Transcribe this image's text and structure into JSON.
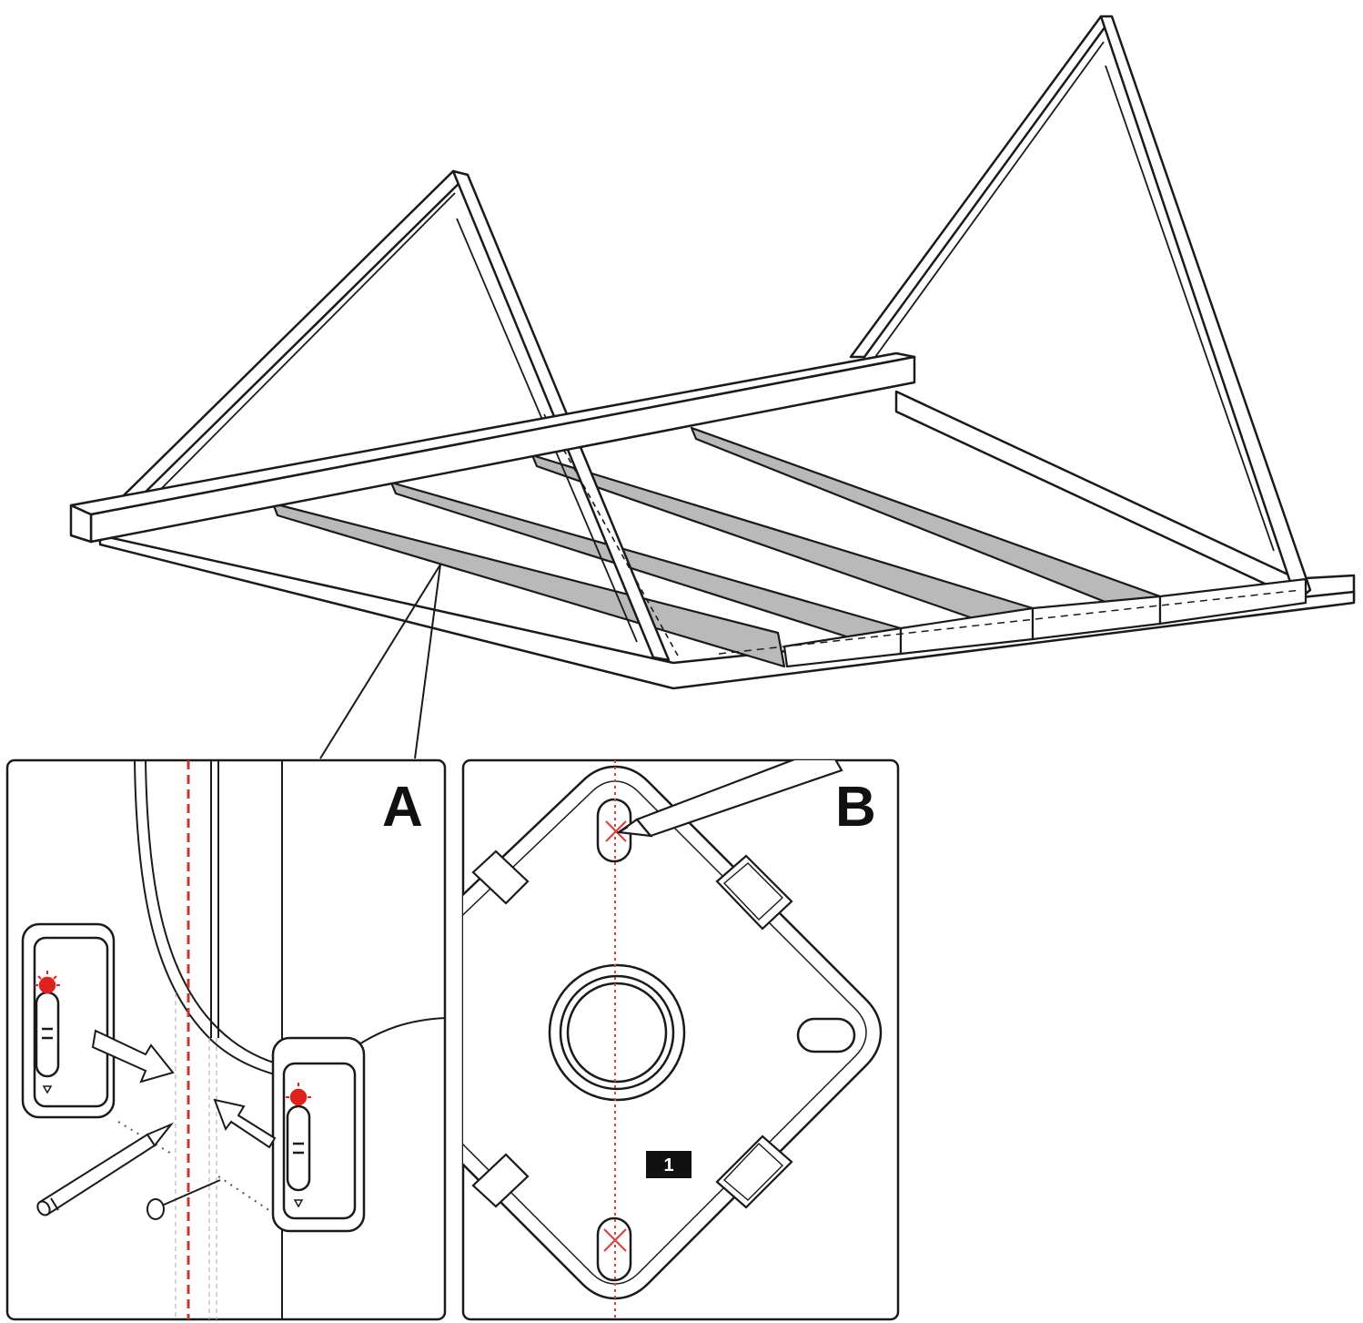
{
  "panels": {
    "a": {
      "label": "A"
    },
    "b": {
      "label": "B"
    }
  },
  "plate": {
    "badge": "1"
  },
  "colors": {
    "line": "#1a1a1a",
    "joist_fill": "#b9b9b9",
    "stud_line": "#c0392b",
    "laser": "#e1211b",
    "pencil_mark": "#d64541"
  },
  "icons": [
    "ceiling-frame",
    "stud-finder",
    "pencil-icon",
    "nail-icon",
    "mounting-plate",
    "arrow-icon"
  ]
}
